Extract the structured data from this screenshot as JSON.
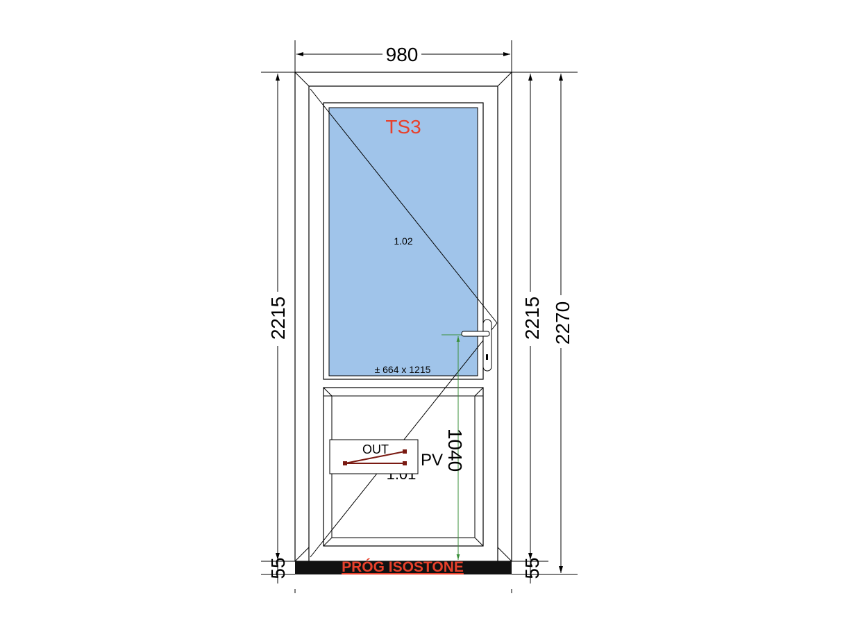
{
  "dimensions": {
    "width": "980",
    "height_left": "2215",
    "height_right": "2215",
    "height_total": "2270",
    "threshold_left": "55",
    "threshold_right": "55",
    "handle_height": "1040"
  },
  "labels": {
    "glass_type": "TS3",
    "glass_code": "1.02",
    "glass_size": "± 664 x 1215",
    "panel_code": "1.01",
    "opening_direction": "OUT",
    "panel_type": "PV",
    "threshold": "PRÓG ISOSTONE"
  },
  "colors": {
    "glass": "#a0c4ea",
    "accent_red": "#e8402b",
    "guide_green": "#3a8f3a",
    "threshold_fill": "#111111",
    "symbol_red": "#7a1a12"
  },
  "icons": {
    "handle": "door-handle-icon",
    "opening": "opening-direction-icon"
  }
}
